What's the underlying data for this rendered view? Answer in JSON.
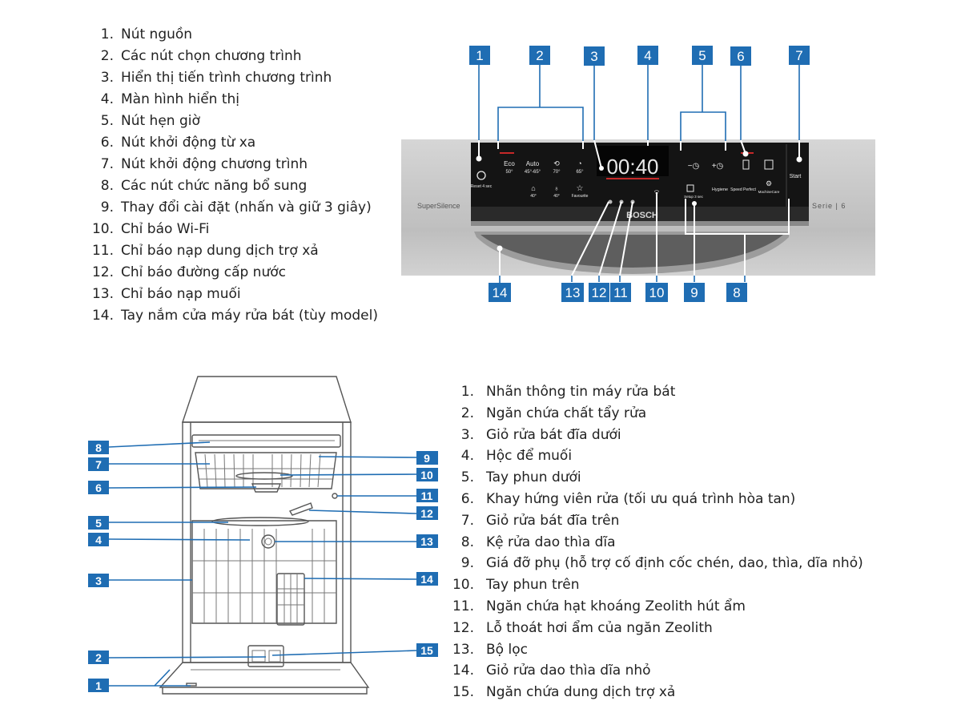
{
  "control_panel_legend": [
    {
      "num": "1.",
      "text": "Nút nguồn"
    },
    {
      "num": "2.",
      "text": "Các nút chọn chương trình"
    },
    {
      "num": "3.",
      "text": "Hiển thị tiến trình chương trình"
    },
    {
      "num": "4.",
      "text": "Màn hình hiển thị"
    },
    {
      "num": "5.",
      "text": "Nút hẹn giờ"
    },
    {
      "num": "6.",
      "text": "Nút khởi động từ xa"
    },
    {
      "num": "7.",
      "text": "Nút khởi động chương trình"
    },
    {
      "num": "8.",
      "text": "Các nút chức năng bổ sung"
    },
    {
      "num": "9.",
      "text": "Thay đổi cài đặt (nhấn và giữ 3 giây)"
    },
    {
      "num": "10.",
      "text": "Chỉ báo Wi-Fi"
    },
    {
      "num": "11.",
      "text": "Chỉ báo nạp dung dịch trợ xả"
    },
    {
      "num": "12.",
      "text": "Chỉ báo đường cấp nước"
    },
    {
      "num": "13.",
      "text": "Chỉ báo nạp muối"
    },
    {
      "num": "14.",
      "text": "Tay nắm cửa máy rửa bát (tùy model)"
    }
  ],
  "interior_legend": [
    {
      "num": "1.",
      "text": "Nhãn thông tin máy rửa bát"
    },
    {
      "num": "2.",
      "text": "Ngăn chứa chất tẩy rửa"
    },
    {
      "num": "3.",
      "text": "Giỏ rửa bát đĩa dưới"
    },
    {
      "num": "4.",
      "text": "Hộc để muối"
    },
    {
      "num": "5.",
      "text": "Tay phun dưới"
    },
    {
      "num": "6.",
      "text": "Khay hứng viên rửa (tối ưu quá trình hòa tan)"
    },
    {
      "num": "7.",
      "text": "Giỏ rửa bát đĩa trên"
    },
    {
      "num": "8.",
      "text": "Kệ rửa dao thìa dĩa"
    },
    {
      "num": "9.",
      "text": "Giá đỡ phụ (hỗ trợ cố định cốc chén, dao, thìa, dĩa nhỏ)"
    },
    {
      "num": "10.",
      "text": "Tay phun trên"
    },
    {
      "num": "11.",
      "text": "Ngăn chứa hạt khoáng Zeolith hút ẩm"
    },
    {
      "num": "12.",
      "text": "Lỗ thoát hơi ẩm của ngăn Zeolith"
    },
    {
      "num": "13.",
      "text": "Bộ lọc"
    },
    {
      "num": "14.",
      "text": "Giỏ rửa dao thìa dĩa nhỏ"
    },
    {
      "num": "15.",
      "text": "Ngăn chứa dung dịch trợ xả"
    }
  ],
  "panel_tags": {
    "t1": "1",
    "t2": "2",
    "t3": "3",
    "t4": "4",
    "t5": "5",
    "t6": "6",
    "t7": "7",
    "t8": "8",
    "t9": "9",
    "t10": "10",
    "t11": "11",
    "t12": "12",
    "t13": "13",
    "t14": "14"
  },
  "interior_tags": {
    "t1": "1",
    "t2": "2",
    "t3": "3",
    "t4": "4",
    "t5": "5",
    "t6": "6",
    "t7": "7",
    "t8": "8",
    "t9": "9",
    "t10": "10",
    "t11": "11",
    "t12": "12",
    "t13": "13",
    "t14": "14",
    "t15": "15"
  },
  "panel": {
    "supersilence": "SuperSilence",
    "serie": "Serie | 6",
    "brand": "BOSCH",
    "display_time": "00:40",
    "prog_eco": "Eco",
    "prog_eco_temp": "50°",
    "prog_auto": "Auto",
    "prog_auto_temp": "45°-65°",
    "prog_3": "70°",
    "prog_4": "65°",
    "prog_5": "40°",
    "prog_6": "40°",
    "prog_fav": "Favourite",
    "power_label": "Reset 4 sec",
    "timer_minus": "−◷",
    "timer_plus": "+◷",
    "hygiene": "Hygiene",
    "speed": "Speed Perfect",
    "machine_care": "MachineCare",
    "setup": "Setup 3 sec",
    "start": "Start"
  }
}
